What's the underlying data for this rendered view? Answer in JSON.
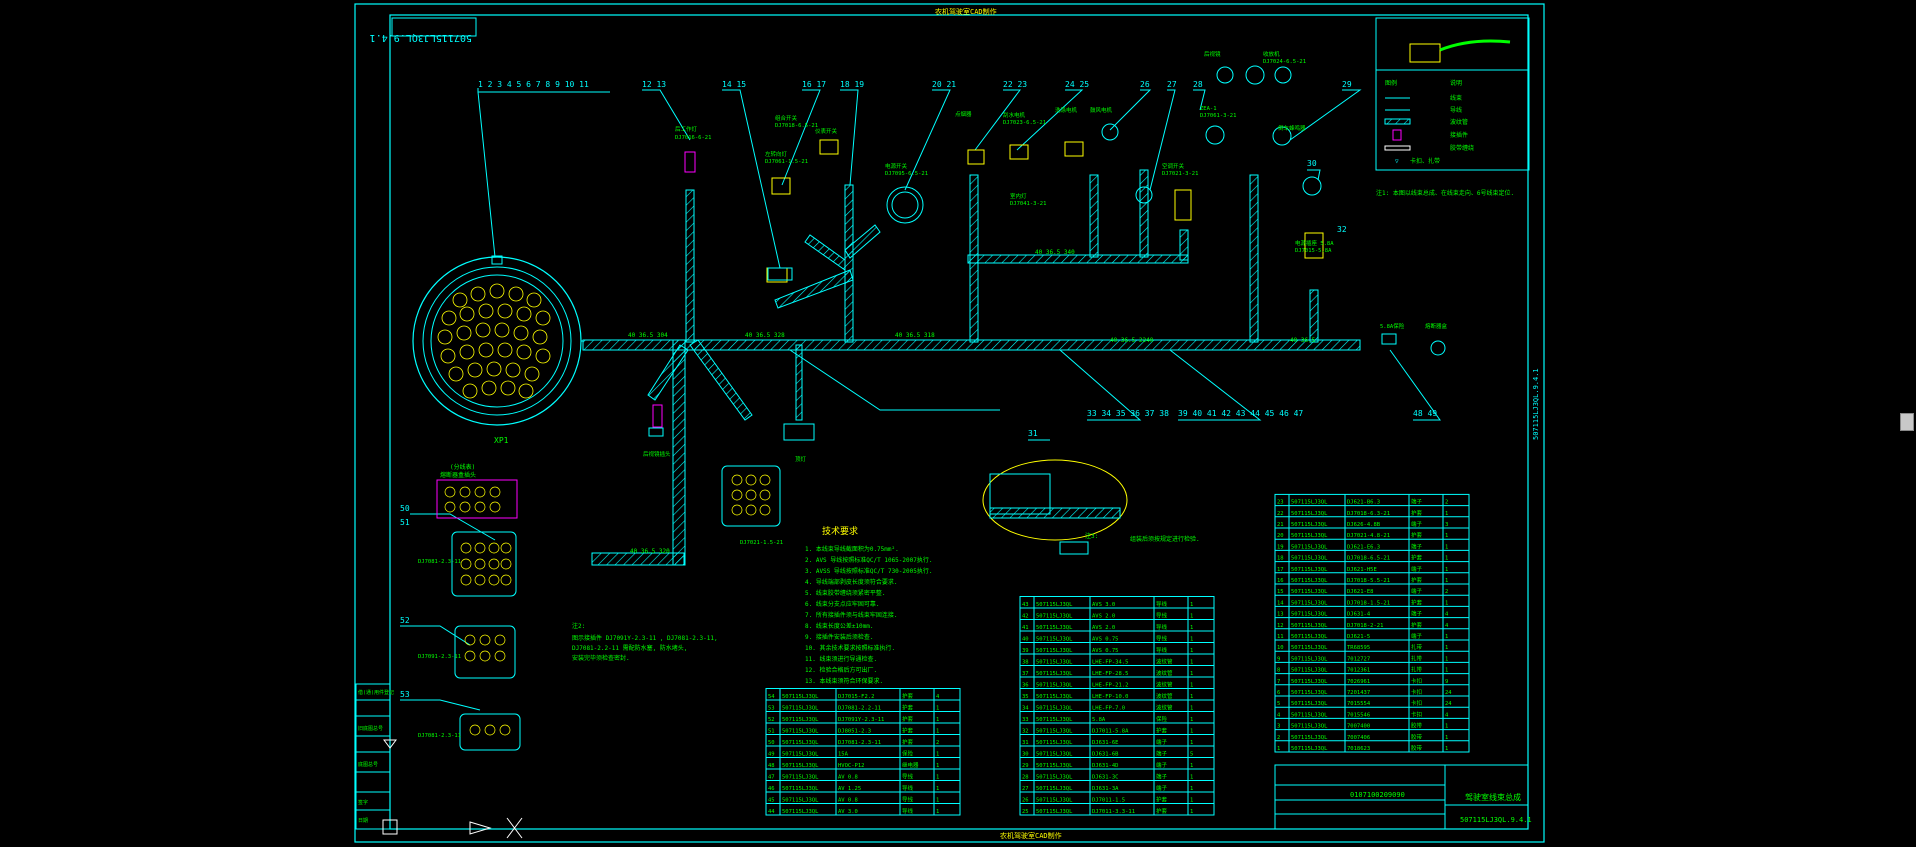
{
  "sheet": {
    "top_title": "农机驾驶室CAD制作",
    "bottom_title": "农机驾驶室CAD制作",
    "doc_code": "507115LJ3QL.9.4.1",
    "side_code": "507115LJ3QL.9.4.1",
    "title_block": {
      "name": "驾驶室线束总成",
      "code": "507115LJ3QL.9.4.1",
      "sub_code": "0107100209090"
    }
  },
  "main_connector": {
    "label": "XP1"
  },
  "number_groups": [
    {
      "text": "1 2 3 4 5 6 7 8 9 10 11"
    },
    {
      "text": "12 13"
    },
    {
      "text": "14 15"
    },
    {
      "text": "16 17"
    },
    {
      "text": "18 19"
    },
    {
      "text": "20 21"
    },
    {
      "text": "22 23"
    },
    {
      "text": "24 25"
    },
    {
      "text": "26"
    },
    {
      "text": "27"
    },
    {
      "text": "28"
    },
    {
      "text": "29"
    },
    {
      "text": "30"
    },
    {
      "text": "32"
    },
    {
      "text": "33 34 35 36 37 38"
    },
    {
      "text": "39 40 41 42 43 44 45 46 47"
    },
    {
      "text": "48 49"
    },
    {
      "text": "50"
    },
    {
      "text": "51"
    },
    {
      "text": "52"
    },
    {
      "text": "53"
    },
    {
      "text": "31"
    }
  ],
  "component_labels": [
    "后工作灯",
    "DJ7016-6-21",
    "左转向灯",
    "DJ7061-1.5-21",
    "仪表开关",
    "组合开关",
    "DJ7018-6.5-21",
    "电源开关",
    "DJ7095-6.5-21",
    "点烟器",
    "刮水电机",
    "DJ7023-6.5-21",
    "洗涤电机",
    "鼓风电机",
    "后视镜",
    "收放机",
    "DJ7024-6.5-21",
    "倒车蜂鸣器",
    "ZEA-1",
    "DJ7061-3-21",
    "室内灯",
    "DJ7041-3-21",
    "空调开关",
    "DJ7021-3-21",
    "电源插座 5.8A",
    "DJ7015-5.8A",
    "5.8A保险",
    "熔断器盒",
    "顶灯",
    "DJ7021-1.5-21",
    "后视镜插头",
    "DJ7091-2.3-11",
    "DJ7081-2.3-11",
    "DJ7081-2.3-11"
  ],
  "legend": {
    "title_left": "图例",
    "title_right": "说明",
    "note": "注1: 本图以线束总成、在线束走向、6号线束定位.",
    "rows": [
      "线束",
      "导线",
      "波纹管",
      "接插件",
      "胶带缠绕",
      "卡扣、扎带"
    ]
  },
  "tech_req": {
    "title": "技术要求",
    "lines": [
      "1. 本线束导线截面积为0.75mm².",
      "2. AVS 导线按照标准QC/T 1065-2007执行.",
      "3. AVSS 导线按照标准QC/T 730-2005执行.",
      "4. 导线端部剥皮长度须符合要求.",
      "5. 线束胶带缠绕须紧密平整.",
      "6. 线束分支点应牢固可靠.",
      "7. 所有接插件须与线束牢固连接.",
      "8. 线束长度公差±10mm.",
      "9. 接插件安装后须检查.",
      "10. 其余技术要求按照标准执行.",
      "11. 线束须进行导通检查.",
      "12. 检验合格后方可出厂.",
      "13. 本线束须符合环保要求."
    ]
  },
  "note2": {
    "title": "注2:",
    "lines": [
      "图示接插件 DJ7091Y-2.3-11 , DJ7081-2.3-11,",
      "DJ7081-2.2-11 需配防水塞, 防水堵头,",
      "安装完毕须检查密封."
    ]
  },
  "note3": {
    "title": "注3:",
    "line": "组装后须按规定进行检验."
  },
  "connector_callout": {
    "title": "(分线表)",
    "sub": "熔断器盒插头"
  },
  "bom_left": {
    "rows": [
      [
        "54",
        "507115LJ3QL",
        "DJ7015-F2.2",
        "护套",
        "4"
      ],
      [
        "53",
        "507115LJ3QL",
        "DJ7081-2.2-11",
        "护套",
        "1"
      ],
      [
        "52",
        "507115LJ3QL",
        "DJ7091Y-2.3-11",
        "护套",
        "1"
      ],
      [
        "51",
        "507115LJ3QL",
        "DJ8051-2.3",
        "护套",
        "1"
      ],
      [
        "50",
        "507115LJ3QL",
        "DJ7081-2.3-11",
        "护套",
        "2"
      ],
      [
        "49",
        "507115LJ3QL",
        "15A",
        "保险",
        "1"
      ],
      [
        "48",
        "507115LJ3QL",
        "HVOC-P12",
        "继电器",
        "1"
      ],
      [
        "47",
        "507115LJ3QL",
        "AV 0.8",
        "导线",
        "1"
      ],
      [
        "46",
        "507115LJ3QL",
        "AV 1.25",
        "导线",
        "1"
      ],
      [
        "45",
        "507115LJ3QL",
        "AV 0.8",
        "导线",
        "1"
      ],
      [
        "44",
        "507115LJ3QL",
        "AV 3.0",
        "导线",
        "1"
      ]
    ]
  },
  "bom_mid": {
    "rows": [
      [
        "43",
        "507115LJ3QL",
        "AVS 3.0",
        "导线",
        "1"
      ],
      [
        "42",
        "507115LJ3QL",
        "AVS 2.0",
        "导线",
        "1"
      ],
      [
        "41",
        "507115LJ3QL",
        "AVS 2.0",
        "导线",
        "1"
      ],
      [
        "40",
        "507115LJ3QL",
        "AVS 0.75",
        "导线",
        "1"
      ],
      [
        "39",
        "507115LJ3QL",
        "AVS 0.75",
        "导线",
        "1"
      ],
      [
        "38",
        "507115LJ3QL",
        "LHE-FP-34.5",
        "波纹管",
        "1"
      ],
      [
        "37",
        "507115LJ3QL",
        "LHE-FP-28.5",
        "波纹管",
        "1"
      ],
      [
        "36",
        "507115LJ3QL",
        "LHE-FP-21.2",
        "波纹管",
        "1"
      ],
      [
        "35",
        "507115LJ3QL",
        "LHE-FP-10.0",
        "波纹管",
        "1"
      ],
      [
        "34",
        "507115LJ3QL",
        "LHE-FP-7.0",
        "波纹管",
        "1"
      ],
      [
        "33",
        "507115LJ3QL",
        "5.8A",
        "保险",
        "1"
      ],
      [
        "32",
        "507115LJ3QL",
        "DJ7011-5.8A",
        "护套",
        "1"
      ],
      [
        "31",
        "507115LJ3QL",
        "DJ631-6E",
        "端子",
        "1"
      ],
      [
        "30",
        "507115LJ3QL",
        "DJ631-6B",
        "端子",
        "5"
      ],
      [
        "29",
        "507115LJ3QL",
        "DJ631-4D",
        "端子",
        "1"
      ],
      [
        "28",
        "507115LJ3QL",
        "DJ631-3C",
        "端子",
        "1"
      ],
      [
        "27",
        "507115LJ3QL",
        "DJ631-3A",
        "端子",
        "1"
      ],
      [
        "26",
        "507115LJ3QL",
        "DJ7011-1.5",
        "护套",
        "1"
      ],
      [
        "25",
        "507115LJ3QL",
        "DJ7011-3.3-11",
        "护套",
        "1"
      ]
    ]
  },
  "bom_right": {
    "rows": [
      [
        "23",
        "507115LJ3QL",
        "DJ621-B6.3",
        "端子",
        "2"
      ],
      [
        "22",
        "507115LJ3QL",
        "DJ7018-6.3-21",
        "护套",
        "1"
      ],
      [
        "21",
        "507115LJ3QL",
        "DJ626-4.8B",
        "端子",
        "3"
      ],
      [
        "20",
        "507115LJ3QL",
        "DJ7021-4.8-21",
        "护套",
        "1"
      ],
      [
        "19",
        "507115LJ3QL",
        "DJ621-E6.3",
        "端子",
        "1"
      ],
      [
        "18",
        "507115LJ3QL",
        "DJ7018-6.5-21",
        "护套",
        "1"
      ],
      [
        "17",
        "507115LJ3QL",
        "DJ621-H5E",
        "端子",
        "1"
      ],
      [
        "16",
        "507115LJ3QL",
        "DJ7018-5.5-21",
        "护套",
        "1"
      ],
      [
        "15",
        "507115LJ3QL",
        "DJ621-E8",
        "端子",
        "2"
      ],
      [
        "14",
        "507115LJ3QL",
        "DJ7018-1.5-21",
        "护套",
        "1"
      ],
      [
        "13",
        "507115LJ3QL",
        "DJ631-4",
        "端子",
        "4"
      ],
      [
        "12",
        "507115LJ3QL",
        "DJ7018-2-21",
        "护套",
        "4"
      ],
      [
        "11",
        "507115LJ3QL",
        "DJ621-5",
        "端子",
        "1"
      ],
      [
        "10",
        "507115LJ3QL",
        "TR68595",
        "扎带",
        "1"
      ],
      [
        "9",
        "507115LJ3QL",
        "7012727",
        "扎带",
        "1"
      ],
      [
        "8",
        "507115LJ3QL",
        "7012361",
        "扎带",
        "1"
      ],
      [
        "7",
        "507115LJ3QL",
        "7026961",
        "卡扣",
        "9"
      ],
      [
        "6",
        "507115LJ3QL",
        "7201437",
        "卡扣",
        "24"
      ],
      [
        "5",
        "507115LJ3QL",
        "7015554",
        "卡扣",
        "24"
      ],
      [
        "4",
        "507115LJ3QL",
        "7015546",
        "卡扣",
        "4"
      ],
      [
        "3",
        "507115LJ3QL",
        "7007400",
        "胶带",
        "1"
      ],
      [
        "2",
        "507115LJ3QL",
        "7007406",
        "胶带",
        "1"
      ],
      [
        "1",
        "507115LJ3QL",
        "7018623",
        "胶带",
        "1"
      ]
    ]
  },
  "left_block": [
    "借(通)用件登记",
    "",
    "旧底图总号",
    "",
    "底图总号",
    "",
    "签字",
    "日期"
  ],
  "colors": {
    "frame": "#00ffff",
    "text": "#00ff00",
    "yellow": "#ffff00",
    "magenta": "#ff00ff",
    "white": "#ffffff",
    "hatch": "#00ffff"
  }
}
